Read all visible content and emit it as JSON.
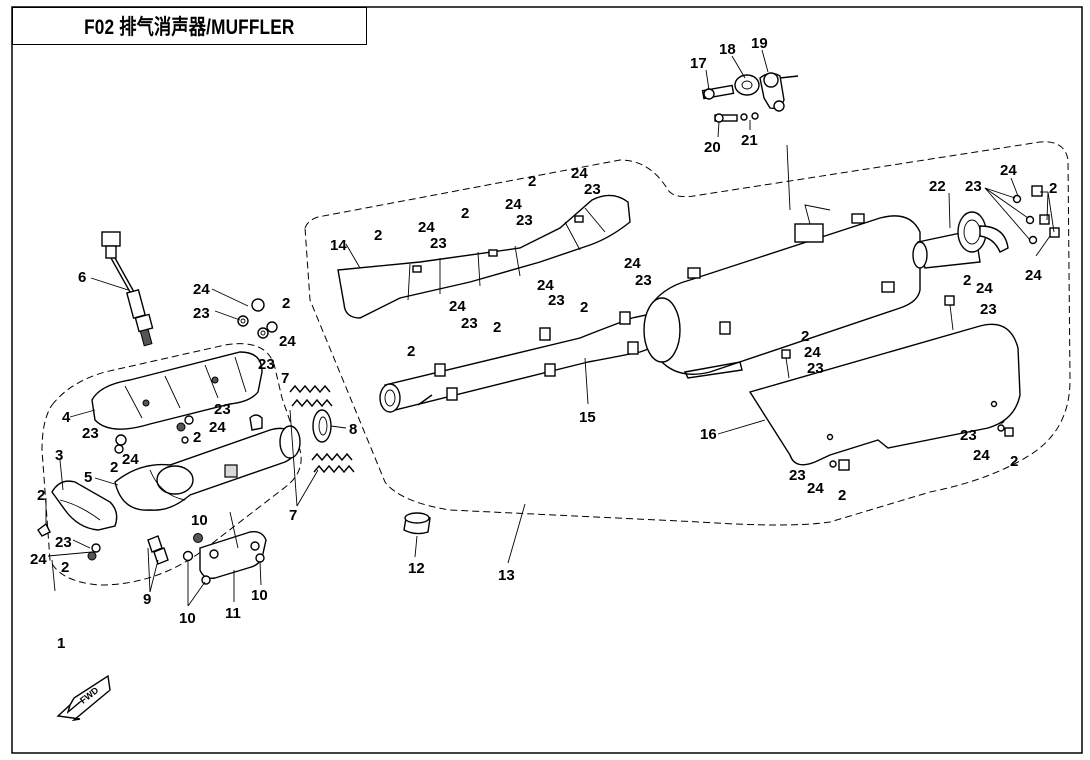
{
  "title": "F02 排气消声器/MUFFLER",
  "fwd_label": "FWD",
  "callouts": {
    "c1": "1",
    "c2": "2",
    "c3": "3",
    "c4": "4",
    "c5": "5",
    "c6": "6",
    "c7": "7",
    "c8": "8",
    "c9": "9",
    "c10": "10",
    "c11": "11",
    "c12": "12",
    "c13": "13",
    "c14": "14",
    "c15": "15",
    "c16": "16",
    "c17": "17",
    "c18": "18",
    "c19": "19",
    "c20": "20",
    "c21": "21",
    "c22": "22",
    "c23": "23",
    "c24": "24"
  }
}
